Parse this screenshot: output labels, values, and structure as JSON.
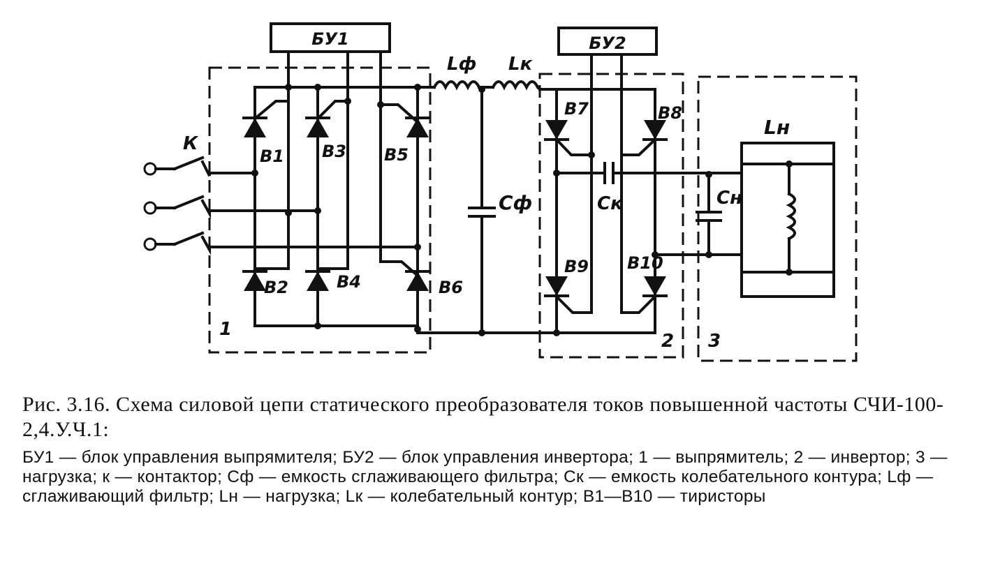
{
  "diagram": {
    "blocks": {
      "bu1": "БУ1",
      "bu2": "БУ2"
    },
    "section_numbers": {
      "rectifier": "1",
      "inverter": "2",
      "load": "3"
    },
    "contactor": "К",
    "thyristors": {
      "b1": "B1",
      "b2": "B2",
      "b3": "B3",
      "b4": "B4",
      "b5": "B5",
      "b6": "B6",
      "b7": "B7",
      "b8": "B8",
      "b9": "B9",
      "b10": "B10"
    },
    "inductors": {
      "lf": "Lф",
      "lk": "Lк",
      "ln": "Lн"
    },
    "capacitors": {
      "cf": "Cф",
      "ck": "Cк",
      "cn": "Cн"
    }
  },
  "caption": {
    "title": "Рис. 3.16. Схема силовой цепи статического преобразователя токов повышенной частоты СЧИ-100-2,4.У.Ч.1:",
    "legend": "БУ1 — блок управления выпрямителя; БУ2 — блок управления инвертора; 1 — выпрямитель; 2 — инвертор; 3 — нагрузка; к — контактор; Сф — емкость сглаживающего фильтра; Ск — емкость колебательного контура; Lф — сглаживающий фильтр; Lн — нагрузка; Lк — колебательный контур; В1—В10 — тиристоры"
  }
}
